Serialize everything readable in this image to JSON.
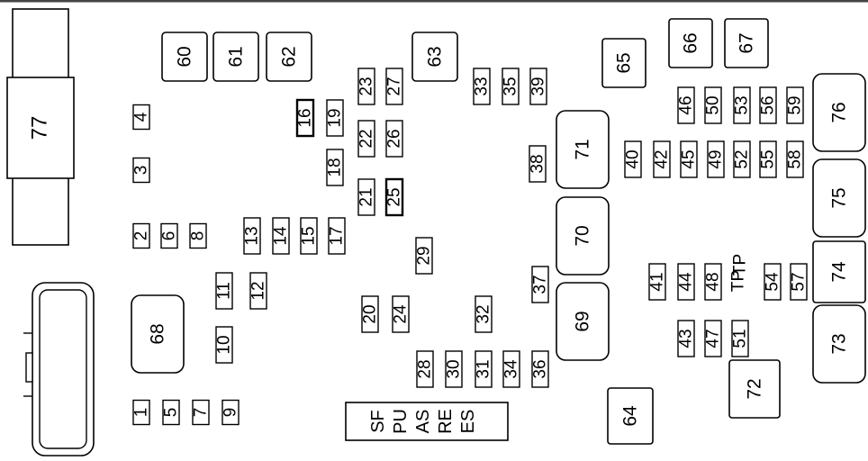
{
  "colors": {
    "stroke": "#000000",
    "fill": "#ffffff"
  },
  "fuses": {
    "f1": "1",
    "f2": "2",
    "f3": "3",
    "f4": "4",
    "f5": "5",
    "f6": "6",
    "f7": "7",
    "f8": "8",
    "f9": "9",
    "f10": "10",
    "f11": "11",
    "f12": "12",
    "f13": "13",
    "f14": "14",
    "f15": "15",
    "f16": "16",
    "f17": "17",
    "f18": "18",
    "f19": "19",
    "f20": "20",
    "f21": "21",
    "f22": "22",
    "f23": "23",
    "f24": "24",
    "f25": "25",
    "f26": "26",
    "f27": "27",
    "f28": "28",
    "f29": "29",
    "f30": "30",
    "f31": "31",
    "f32": "32",
    "f33": "33",
    "f34": "34",
    "f35": "35",
    "f36": "36",
    "f37": "37",
    "f38": "38",
    "f39": "39",
    "f40": "40",
    "f41": "41",
    "f42": "42",
    "f43": "43",
    "f44": "44",
    "f45": "45",
    "f46": "46",
    "f47": "47",
    "f48": "48",
    "f49": "49",
    "f50": "50",
    "f51": "51",
    "f52": "52",
    "f53": "53",
    "f54": "54",
    "f55": "55",
    "f56": "56",
    "f57": "57",
    "f58": "58",
    "f59": "59",
    "tp1": "TP",
    "tp2": "TP"
  },
  "relays": {
    "r60": "60",
    "r61": "61",
    "r62": "62",
    "r63": "63",
    "r64": "64",
    "r65": "65",
    "r66": "66",
    "r67": "67",
    "r68": "68",
    "r69": "69",
    "r70": "70",
    "r71": "71",
    "r72": "72",
    "r73": "73",
    "r74": "74",
    "r75": "75",
    "r76": "76",
    "r77": "77"
  },
  "spares": {
    "s1": "SF",
    "s2": "PU",
    "s3": "AS",
    "s4": "RE",
    "s5": "ES"
  }
}
